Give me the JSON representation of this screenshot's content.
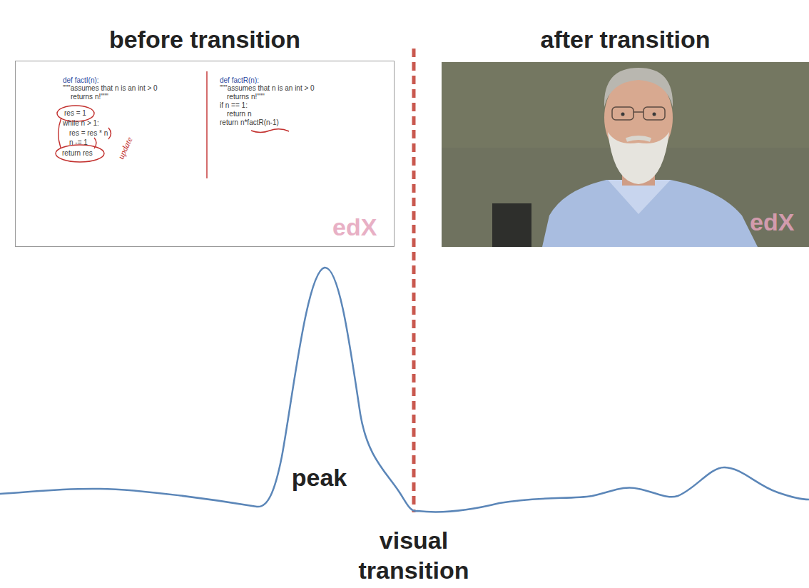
{
  "diagram": {
    "nodes": [
      {
        "text": [
          "before transition",
          "def factI(n):",
          "\"\"\"assumes that n is an int > 0",
          "returns n!\"\"\"",
          "res = 1",
          "while n > 1:",
          "res = res * n",
          "n -= 1",
          "return res",
          "update",
          "def factR(n):",
          "\"\"\"assumes that n is an int > 0",
          "returns n!\"\"\"",
          "if n == 1:",
          "return n",
          "return n*factR(n-1)",
          "edX"
        ]
      },
      {
        "text": [
          "after transition",
          "edX"
        ]
      }
    ],
    "labels": [
      "peak",
      "visual transition"
    ]
  }
}
